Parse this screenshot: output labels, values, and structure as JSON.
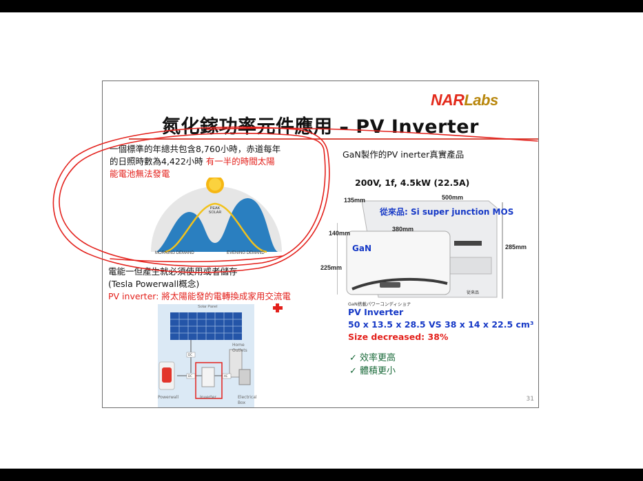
{
  "slide": {
    "logo": {
      "part1": "NAR",
      "part2": "Labs"
    },
    "title": "氮化鎵功率元件應用 – PV Inverter",
    "left": {
      "para1_line1": "一個標準的年總共包含8,760小時，赤道每年",
      "para1_line2_black": "的日照時數為4,422小時 ",
      "para1_line2_red": "有一半的時間太陽",
      "para1_line3_red": "能電池無法發電",
      "solar_chart": {
        "peak_label_1": "PEAK",
        "peak_label_2": "SOLAR",
        "morning_label": "MORNING DEMAND",
        "evening_label": "EVENING DEMAND"
      },
      "para2_line1": "電能一但產生就必須使用或者儲存",
      "para2_line2": "(Tesla Powerwall概念)",
      "para2_line3": "PV inverter: 將太陽能發的電轉換成家用交流電",
      "diagram": {
        "solar_panel": "Solar Panel",
        "home_outlets_1": "Home",
        "home_outlets_2": "Outlets",
        "dc_top": "DC",
        "dc_left": "DC",
        "ac": "AC",
        "powerwall": "Powerwall",
        "inverter": "Inverter",
        "electrical_1": "Electrical",
        "electrical_2": "Box"
      }
    },
    "right": {
      "heading": "GaN製作的PV inerter真實產品",
      "spec": "200V, 1f, 4.5kW (22.5A)",
      "dims": {
        "d135": "135mm",
        "d500": "500mm",
        "d380": "380mm",
        "d140": "140mm",
        "d285": "285mm",
        "d225": "225mm"
      },
      "si_label": "從來品: Si super junction MOS",
      "gan_label": "GaN",
      "jp_caption": "GaN搭載パワーコンディショナ",
      "jp_small": "従来品",
      "pv_title": "PV Inverter",
      "size_compare": "50 x 13.5 x 28.5 VS 38 x 14 x 22.5 cm³",
      "size_decreased": "Size decreased: 38%",
      "check1": "✓ 效率更高",
      "check2": "✓ 體積更小"
    },
    "page_number": "31"
  },
  "colors": {
    "accent_red": "#e3201b",
    "accent_blue": "#1538c6",
    "annotation_red": "#e3201b"
  }
}
